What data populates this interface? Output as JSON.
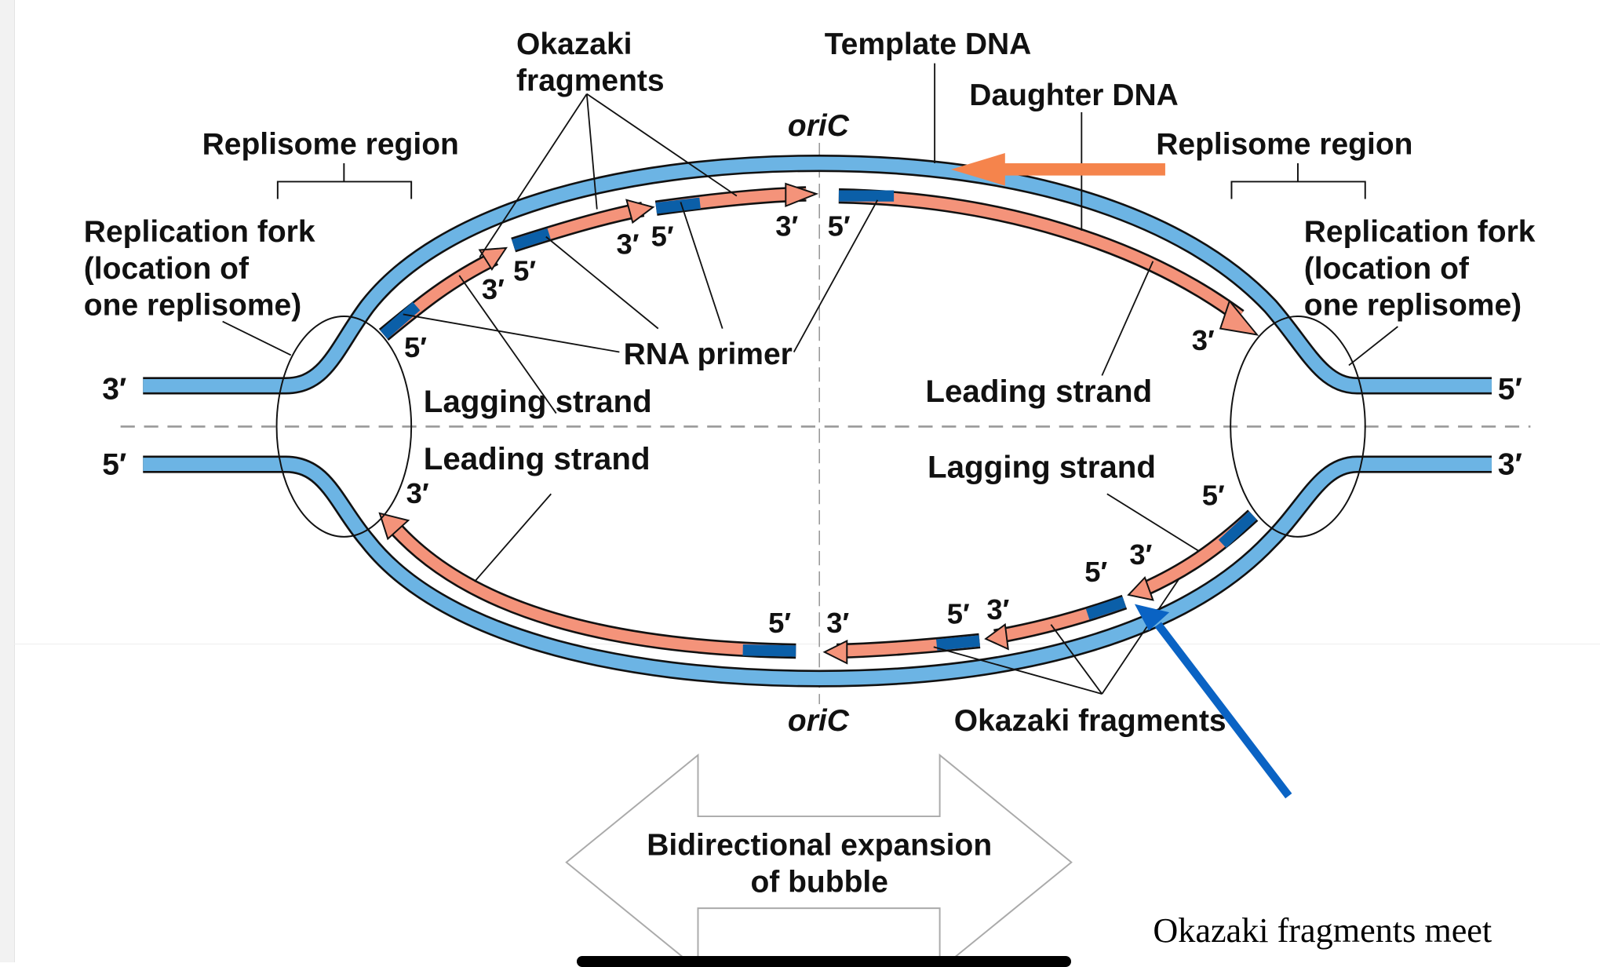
{
  "diagram": {
    "title_labels": {
      "okazaki_top_line1": "Okazaki",
      "okazaki_top_line2": "fragments",
      "template_dna": "Template DNA",
      "daughter_dna": "Daughter DNA",
      "oric_top": "oriC",
      "oric_bottom": "oriC",
      "replisome_left": "Replisome region",
      "replisome_right": "Replisome region",
      "fork_left": [
        "Replication fork",
        "(location of",
        "one replisome)"
      ],
      "fork_right": [
        "Replication fork",
        "(location of",
        "one replisome)"
      ],
      "rna_primer": "RNA primer",
      "lagging_top_left": "Lagging strand",
      "leading_bottom_left": "Leading strand",
      "leading_top_right": "Leading strand",
      "lagging_bottom_right": "Lagging strand",
      "okazaki_bottom": "Okazaki fragments",
      "bidirectional_line1": "Bidirectional expansion",
      "bidirectional_line2": "of bubble"
    },
    "end_labels": {
      "left_top": "3′",
      "left_bottom": "5′",
      "right_top": "5′",
      "right_bottom": "3′"
    },
    "prime_labels": {
      "p1": "5′",
      "p2": "3′",
      "p3": "5′",
      "p4": "3′",
      "p5": "5′",
      "p6": "3′",
      "p7": "5′",
      "p8": "3′",
      "p9": "3′",
      "p10": "5′",
      "p11": "3′",
      "p12": "5′",
      "p13": "3′",
      "p14": "5′",
      "p15": "3′",
      "p16": "5′"
    },
    "annotation": {
      "note": "Okazaki fragments meet"
    },
    "colors": {
      "template": "#6cb4e4",
      "daughter": "#f4937a",
      "primer": "#0b5fa8",
      "orange_arrow": "#f5844c",
      "blue_arrow": "#0a63c4"
    }
  }
}
